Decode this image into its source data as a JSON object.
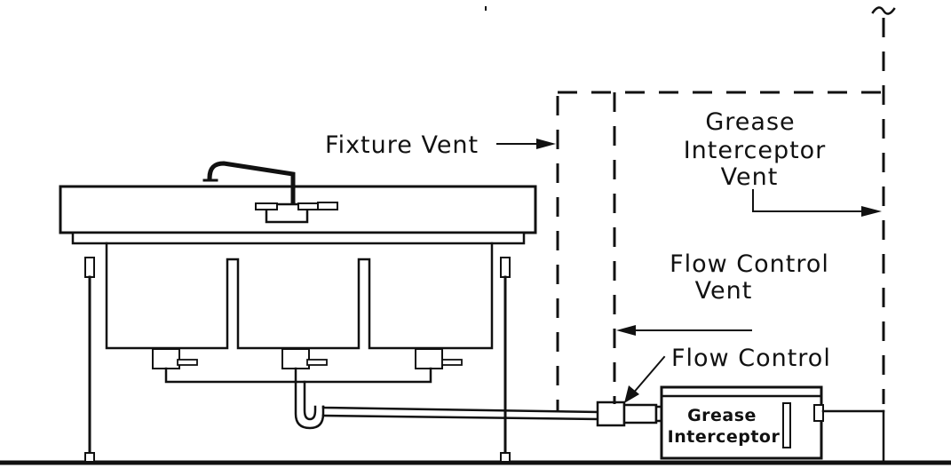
{
  "labels": {
    "fixture_vent": "Fixture Vent",
    "grease_interceptor_vent_1": "Grease",
    "grease_interceptor_vent_2": "Interceptor",
    "grease_interceptor_vent_3": "Vent",
    "flow_control_vent_1": "Flow Control",
    "flow_control_vent_2": "Vent",
    "flow_control": "Flow Control",
    "grease_interceptor_1": "Grease",
    "grease_interceptor_2": "Interceptor"
  },
  "colors": {
    "line": "#111111",
    "background": "#ffffff"
  }
}
